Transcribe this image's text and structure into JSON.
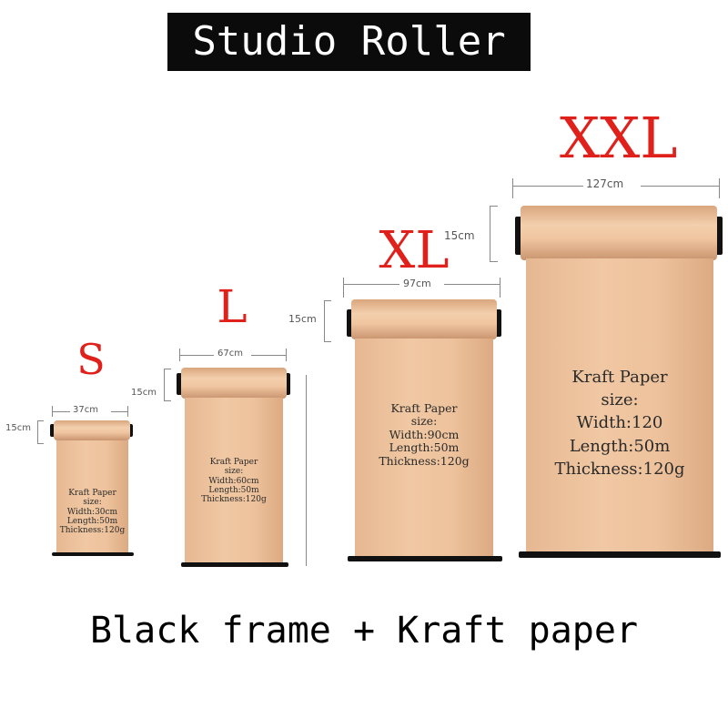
{
  "title": "Studio Roller",
  "caption": "Black frame + Kraft paper",
  "colors": {
    "size_label": "#e0201b",
    "kraft": "#f0c8a3",
    "frame": "#111111"
  },
  "products": [
    {
      "size": "S",
      "width_dim": "37cm",
      "height_dim": "15cm",
      "lines": [
        "Kraft Paper",
        "size:",
        "Width:30cm",
        "Length:50m",
        "Thickness:120g"
      ]
    },
    {
      "size": "L",
      "width_dim": "67cm",
      "height_dim": "15cm",
      "lines": [
        "Kraft Paper",
        "size:",
        "Width:60cm",
        "Length:50m",
        "Thickness:120g"
      ]
    },
    {
      "size": "XL",
      "width_dim": "97cm",
      "height_dim": "15cm",
      "lines": [
        "Kraft Paper",
        "size:",
        "Width:90cm",
        "Length:50m",
        "Thickness:120g"
      ]
    },
    {
      "size": "XXL",
      "width_dim": "127cm",
      "height_dim": "15cm",
      "lines": [
        "Kraft Paper",
        "size:",
        "Width:120",
        "Length:50m",
        "Thickness:120g"
      ]
    }
  ]
}
